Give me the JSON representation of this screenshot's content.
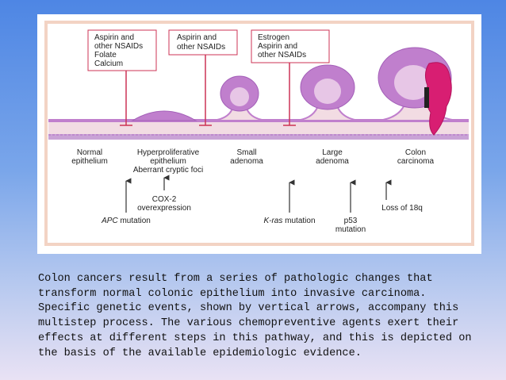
{
  "diagram": {
    "agents": [
      {
        "lines": [
          "Aspirin and",
          "other NSAIDs",
          "Folate",
          "Calcium"
        ]
      },
      {
        "lines": [
          "Aspirin and",
          "other NSAIDs"
        ]
      },
      {
        "lines": [
          "Estrogen",
          "Aspirin and",
          "other NSAIDs"
        ]
      }
    ],
    "stages": [
      {
        "lines": [
          "Normal",
          "epithelium"
        ]
      },
      {
        "lines": [
          "Hyperproliferative",
          "epithelium",
          "Aberrant cryptic foci"
        ]
      },
      {
        "lines": [
          "Small",
          "adenoma"
        ]
      },
      {
        "lines": [
          "Large",
          "adenoma"
        ]
      },
      {
        "lines": [
          "Colon",
          "carcinoma"
        ]
      }
    ],
    "events": [
      {
        "gene": "APC",
        "text": " mutation"
      },
      {
        "lines": [
          "COX-2",
          "overexpression"
        ]
      },
      {
        "gene": "K-ras",
        "text": " mutation"
      },
      {
        "lines": [
          "p53",
          "mutation"
        ]
      },
      {
        "lines": [
          "Loss of 18q"
        ]
      }
    ],
    "colors": {
      "frame": "#f3d3c4",
      "inhibitor": "#cc3355",
      "tissue": "#c07fcd",
      "stroma": "#f2dce3",
      "tumor": "#d81e72"
    }
  },
  "caption": [
    "Colon cancers result from a series of pathologic changes that",
    "transform normal colonic epithelium into invasive carcinoma.",
    "Specific genetic events, shown by vertical arrows, accompany this",
    "multistep process. The various chemopreventive agents exert their",
    "effects at different steps in this pathway, and this is depicted on",
    "the basis of the available epidemiologic evidence."
  ]
}
